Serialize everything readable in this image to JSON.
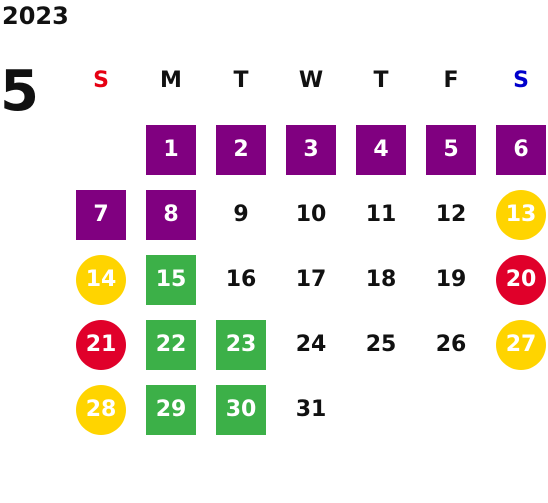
{
  "calendar": {
    "year": "2023",
    "month": "5",
    "weekdays": [
      {
        "label": "S",
        "color": "#e60012"
      },
      {
        "label": "M",
        "color": "#111111"
      },
      {
        "label": "T",
        "color": "#111111"
      },
      {
        "label": "W",
        "color": "#111111"
      },
      {
        "label": "T",
        "color": "#111111"
      },
      {
        "label": "F",
        "color": "#111111"
      },
      {
        "label": "S",
        "color": "#0000cc"
      }
    ],
    "colors": {
      "purple": "#800080",
      "green": "#3cb048",
      "yellow": "#ffd400",
      "red": "#e0002a"
    },
    "days": [
      {
        "label": "1",
        "style": "purple"
      },
      {
        "label": "2",
        "style": "purple"
      },
      {
        "label": "3",
        "style": "purple"
      },
      {
        "label": "4",
        "style": "purple"
      },
      {
        "label": "5",
        "style": "purple"
      },
      {
        "label": "6",
        "style": "purple"
      },
      {
        "label": "7",
        "style": "purple"
      },
      {
        "label": "8",
        "style": "purple"
      },
      {
        "label": "9",
        "style": "plain"
      },
      {
        "label": "10",
        "style": "plain"
      },
      {
        "label": "11",
        "style": "plain"
      },
      {
        "label": "12",
        "style": "plain"
      },
      {
        "label": "13",
        "style": "yellow"
      },
      {
        "label": "14",
        "style": "yellow"
      },
      {
        "label": "15",
        "style": "green"
      },
      {
        "label": "16",
        "style": "plain"
      },
      {
        "label": "17",
        "style": "plain"
      },
      {
        "label": "18",
        "style": "plain"
      },
      {
        "label": "19",
        "style": "plain"
      },
      {
        "label": "20",
        "style": "red"
      },
      {
        "label": "21",
        "style": "red"
      },
      {
        "label": "22",
        "style": "green"
      },
      {
        "label": "23",
        "style": "green"
      },
      {
        "label": "24",
        "style": "plain"
      },
      {
        "label": "25",
        "style": "plain"
      },
      {
        "label": "26",
        "style": "plain"
      },
      {
        "label": "27",
        "style": "yellow"
      },
      {
        "label": "28",
        "style": "yellow"
      },
      {
        "label": "29",
        "style": "green"
      },
      {
        "label": "30",
        "style": "green"
      },
      {
        "label": "31",
        "style": "plain"
      }
    ]
  }
}
